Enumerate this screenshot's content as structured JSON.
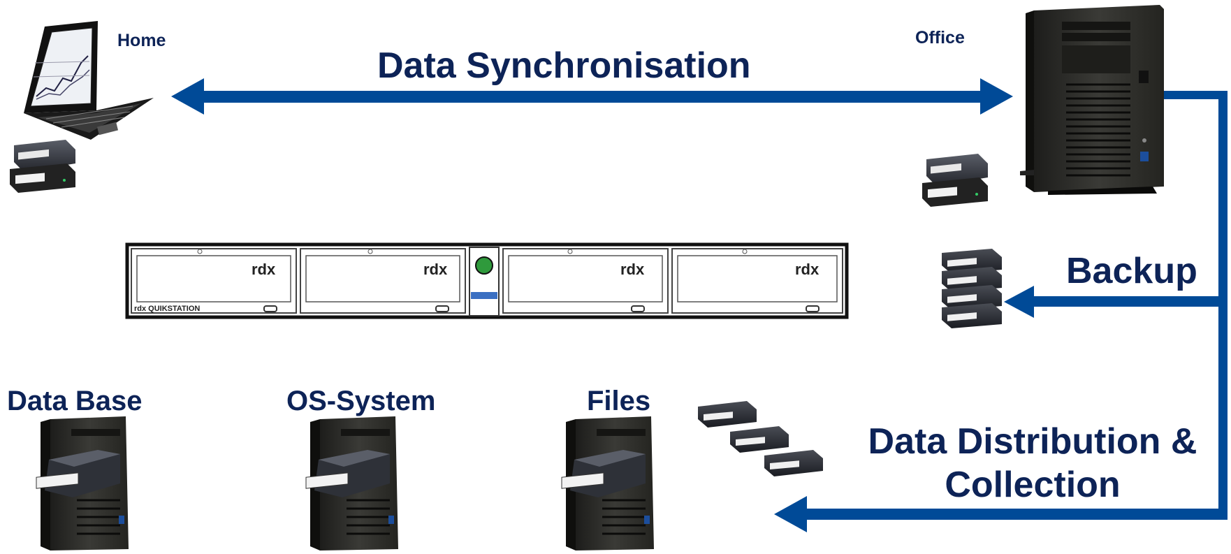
{
  "colors": {
    "arrow": "#004a97",
    "label": "#0d2357"
  },
  "labels": {
    "home": "Home",
    "office": "Office",
    "data_sync": "Data Synchronisation",
    "backup": "Backup",
    "distribution_line1": "Data Distribution &",
    "distribution_line2": "Collection",
    "data_base": "Data Base",
    "os_system": "OS-System",
    "files": "Files"
  },
  "quikstation": {
    "brand": "rdx QUIKSTATION",
    "slot_brand": "rdx",
    "slots": 4
  },
  "icons": [
    "laptop-icon",
    "tower-server-icon",
    "rdx-drive-icon",
    "rdx-cartridge-icon",
    "quikstation-icon",
    "power-led-icon"
  ]
}
